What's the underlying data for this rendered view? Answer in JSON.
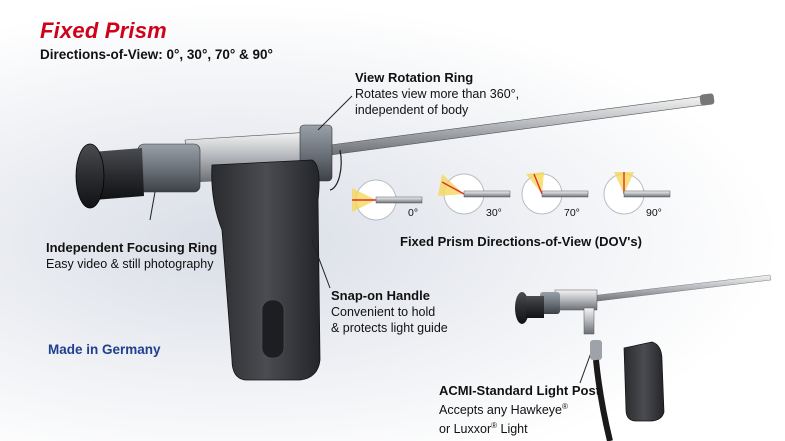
{
  "title": "Fixed Prism",
  "subtitle": "Directions-of-View: 0°, 30°, 70° & 90°",
  "view_rotation": {
    "heading": "View Rotation Ring",
    "line1": "Rotates view more than 360°,",
    "line2": "independent of body"
  },
  "focusing": {
    "heading": "Independent Focusing Ring",
    "line1": "Easy video & still photography"
  },
  "handle": {
    "heading": "Snap-on Handle",
    "line1": "Convenient to hold",
    "line2": "& protects light guide"
  },
  "made_in": "Made in Germany",
  "dov": {
    "caption": "Fixed Prism Directions-of-View (DOV's)",
    "angles": [
      "0°",
      "30°",
      "70°",
      "90°"
    ]
  },
  "light_post": {
    "heading": "ACMI-Standard Light Post",
    "line1_pre": "Accepts any Hawkeye",
    "line2_pre": "or Luxxor",
    "reg": "®",
    "line2_post": " Light"
  },
  "colors": {
    "title_red": "#d0021b",
    "made_in_blue": "#1f3f8f",
    "dov_yellow": "#f5d75a",
    "dov_red": "#e03030"
  }
}
